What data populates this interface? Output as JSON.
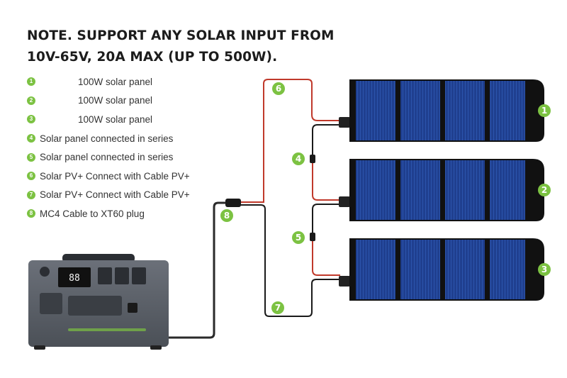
{
  "title": {
    "line1": "NOTE. SUPPORT ANY SOLAR INPUT FROM",
    "line2": "10V-65V, 20A MAX (UP TO 500W)."
  },
  "legend": [
    {
      "num": "1",
      "text": "100W solar panel"
    },
    {
      "num": "2",
      "text": "100W solar panel"
    },
    {
      "num": "3",
      "text": "100W solar panel"
    },
    {
      "num": "4",
      "text": "Solar panel connected in series"
    },
    {
      "num": "5",
      "text": "Solar panel connected in series"
    },
    {
      "num": "6",
      "text": "Solar PV+ Connect with Cable PV+"
    },
    {
      "num": "7",
      "text": "Solar PV+ Connect with Cable PV+"
    },
    {
      "num": "8",
      "text": "MC4 Cable to XT60 plug"
    }
  ],
  "panels": [
    {
      "num": "1"
    },
    {
      "num": "2"
    },
    {
      "num": "3"
    }
  ],
  "callouts": {
    "series_top": "4",
    "series_bottom": "5",
    "pv_red": "6",
    "pv_black": "7",
    "mc4_xt60": "8"
  },
  "power_station": {
    "display_value": "88"
  },
  "colors": {
    "accent_green": "#7cc242",
    "cable_red": "#c0392b",
    "cable_black": "#1a1a1a",
    "panel_cell": "#1f3f8f",
    "panel_frame": "#111111",
    "device_body": "#5a5f66"
  }
}
